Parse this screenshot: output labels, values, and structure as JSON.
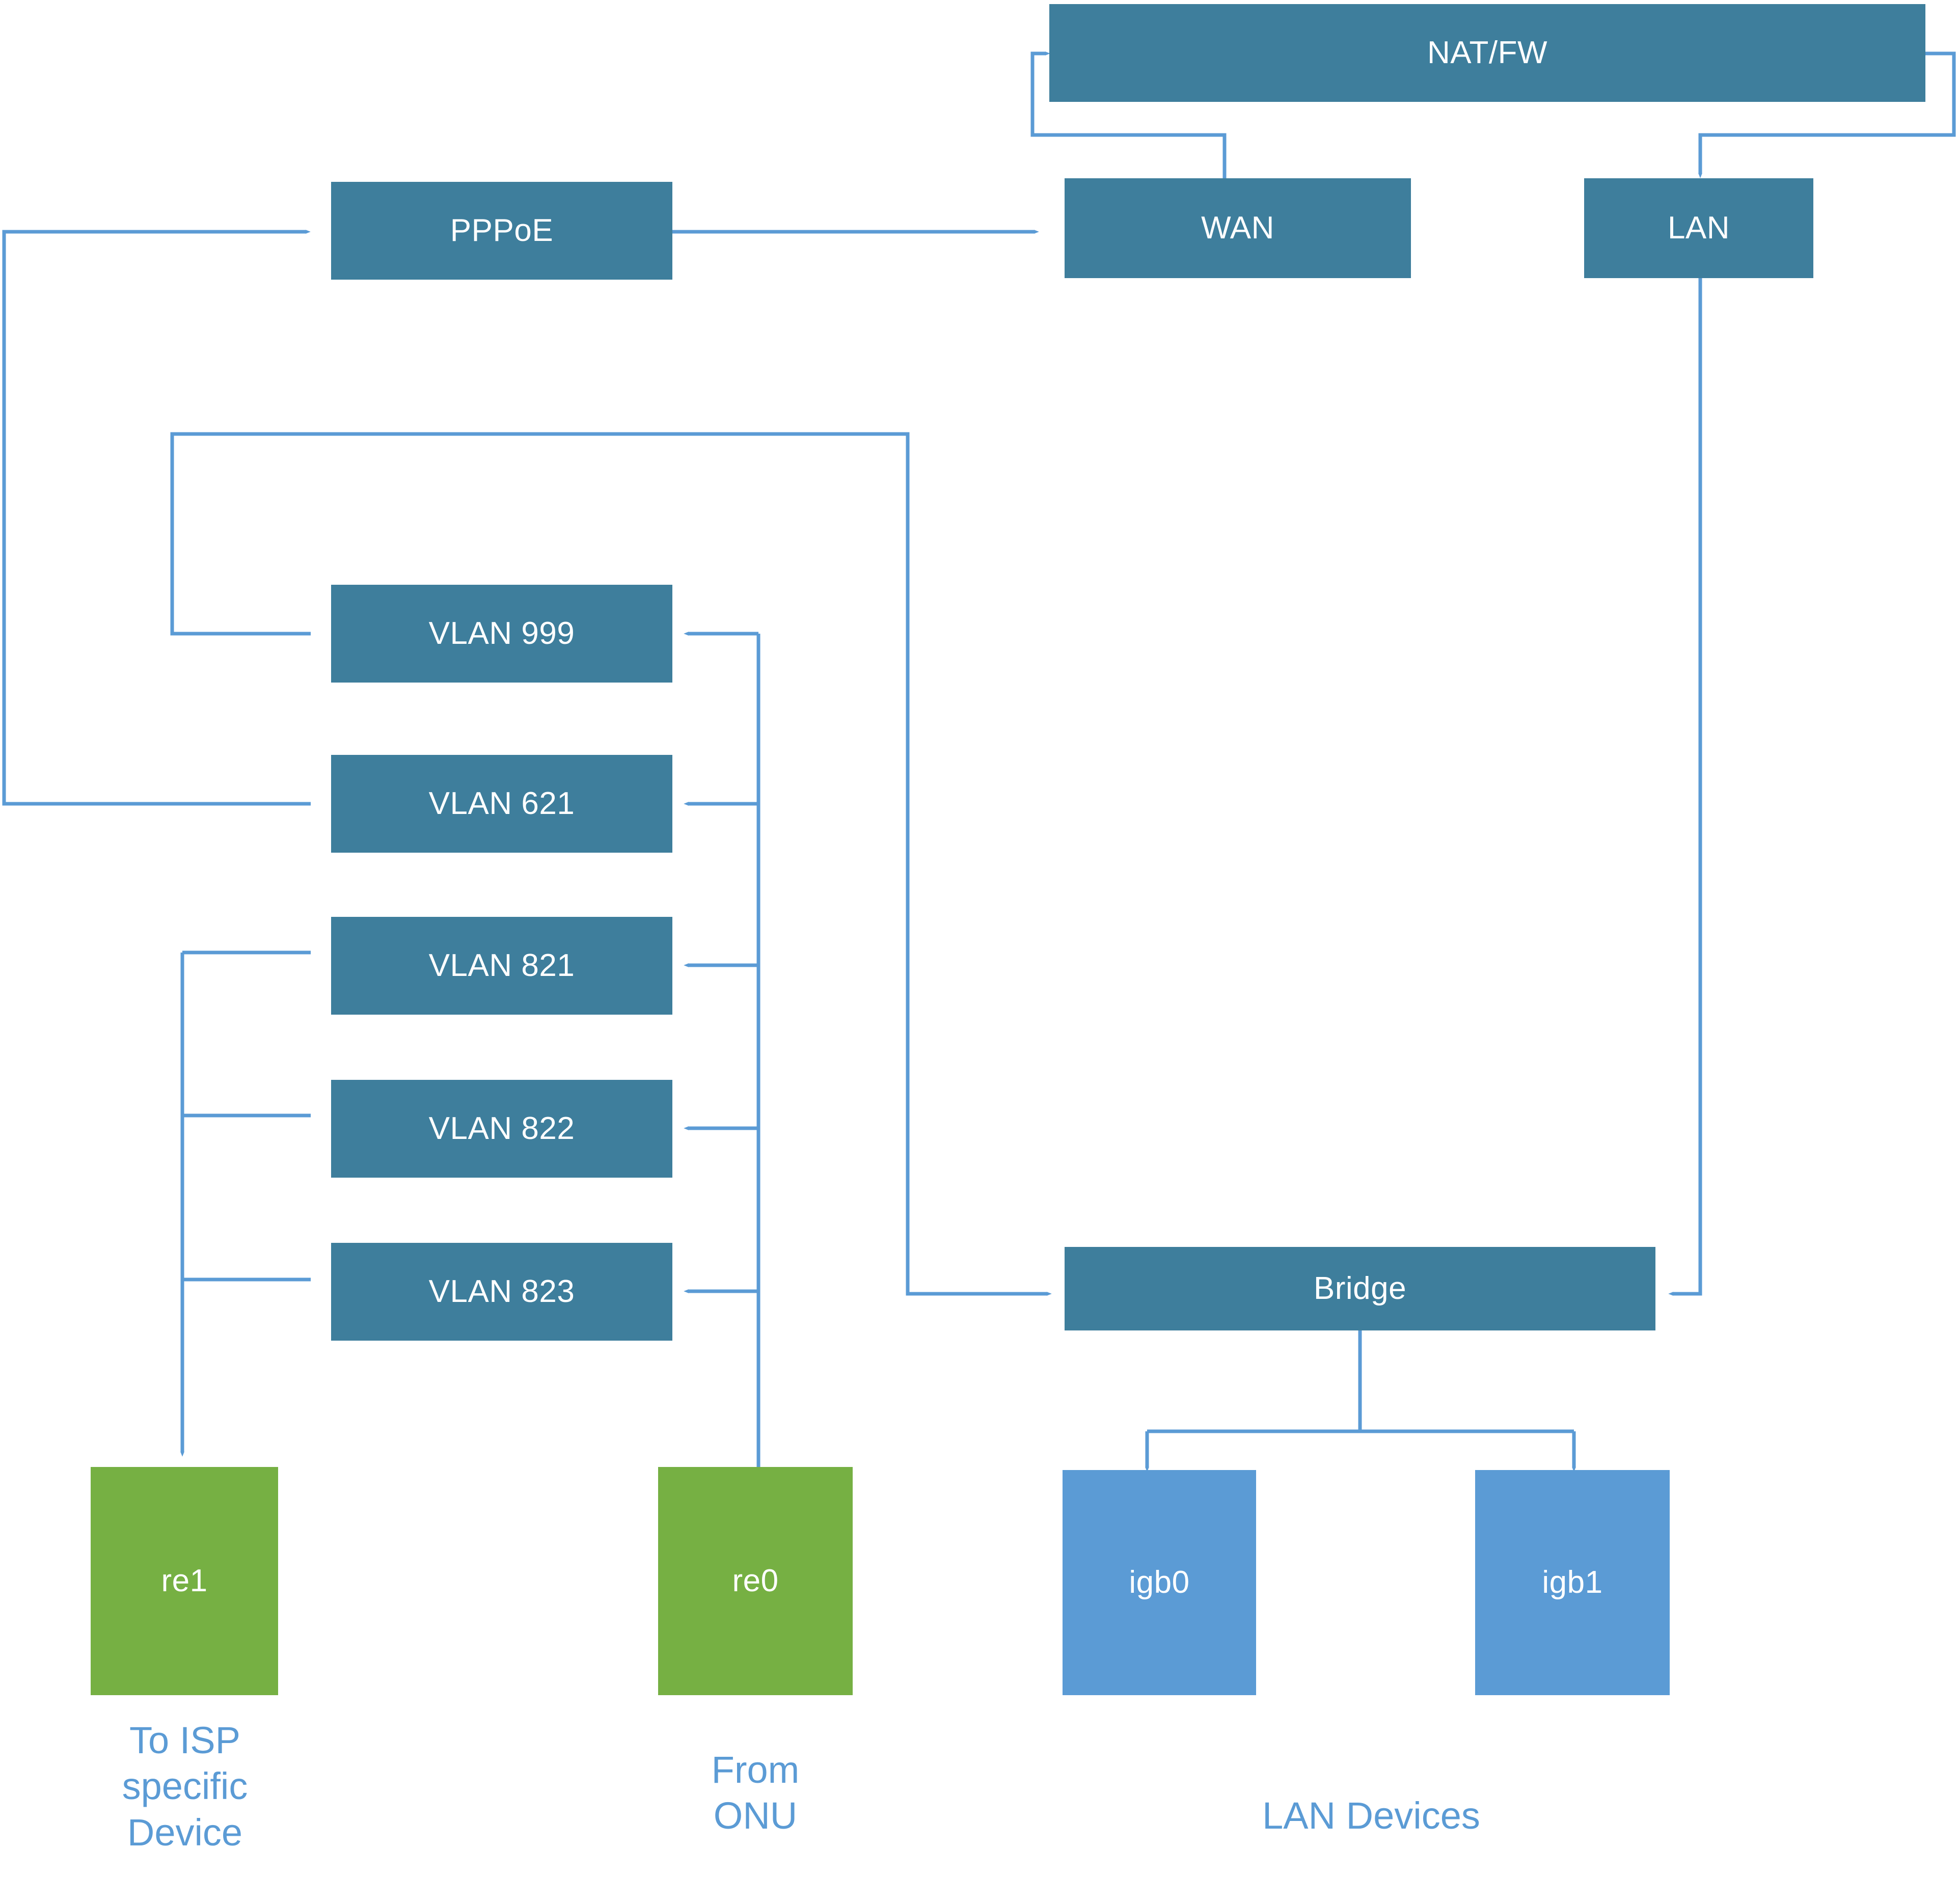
{
  "diagram": {
    "title": "Router interface / VLAN topology",
    "colors": {
      "teal_node": "#3E7E9C",
      "green_node": "#76B043",
      "blue_node": "#5B9BD5",
      "wire": "#5B9BD5",
      "caption_text": "#5B9BD5",
      "node_text": "#FFFFFF",
      "background": "#FFFFFF"
    },
    "nodes": {
      "natfw": {
        "label": "NAT/FW",
        "kind": "teal"
      },
      "pppoe": {
        "label": "PPPoE",
        "kind": "teal"
      },
      "wan": {
        "label": "WAN",
        "kind": "teal"
      },
      "lan": {
        "label": "LAN",
        "kind": "teal"
      },
      "vlan999": {
        "label": "VLAN 999",
        "kind": "teal"
      },
      "vlan621": {
        "label": "VLAN 621",
        "kind": "teal"
      },
      "vlan821": {
        "label": "VLAN 821",
        "kind": "teal"
      },
      "vlan822": {
        "label": "VLAN 822",
        "kind": "teal"
      },
      "vlan823": {
        "label": "VLAN 823",
        "kind": "teal"
      },
      "bridge": {
        "label": "Bridge",
        "kind": "teal"
      },
      "re1": {
        "label": "re1",
        "kind": "green"
      },
      "re0": {
        "label": "re0",
        "kind": "green"
      },
      "igb0": {
        "label": "igb0",
        "kind": "blue"
      },
      "igb1": {
        "label": "igb1",
        "kind": "blue"
      }
    },
    "captions": {
      "re1_caption": "To ISP\nspecific\nDevice",
      "re0_caption": "From\nONU",
      "lan_devices_caption": "LAN Devices"
    },
    "connections": [
      {
        "from": "vlan621",
        "to": "pppoe",
        "arrow": true
      },
      {
        "from": "pppoe",
        "to": "wan",
        "arrow": true
      },
      {
        "from": "wan",
        "to": "natfw",
        "arrow": true
      },
      {
        "from": "natfw",
        "to": "lan",
        "arrow": true
      },
      {
        "from": "lan",
        "to": "bridge",
        "arrow": true
      },
      {
        "from": "vlan999",
        "to": "bridge",
        "arrow": true
      },
      {
        "from": "re0",
        "to": "vlan999",
        "arrow": true
      },
      {
        "from": "re0",
        "to": "vlan621",
        "arrow": true
      },
      {
        "from": "re0",
        "to": "vlan821",
        "arrow": true
      },
      {
        "from": "re0",
        "to": "vlan822",
        "arrow": true
      },
      {
        "from": "re0",
        "to": "vlan823",
        "arrow": true
      },
      {
        "from": "vlan821",
        "to": "re1",
        "arrow": true
      },
      {
        "from": "vlan822",
        "to": "re1",
        "arrow": true
      },
      {
        "from": "vlan823",
        "to": "re1",
        "arrow": true
      },
      {
        "from": "bridge",
        "to": "igb0",
        "arrow": true
      },
      {
        "from": "bridge",
        "to": "igb1",
        "arrow": true
      }
    ]
  }
}
